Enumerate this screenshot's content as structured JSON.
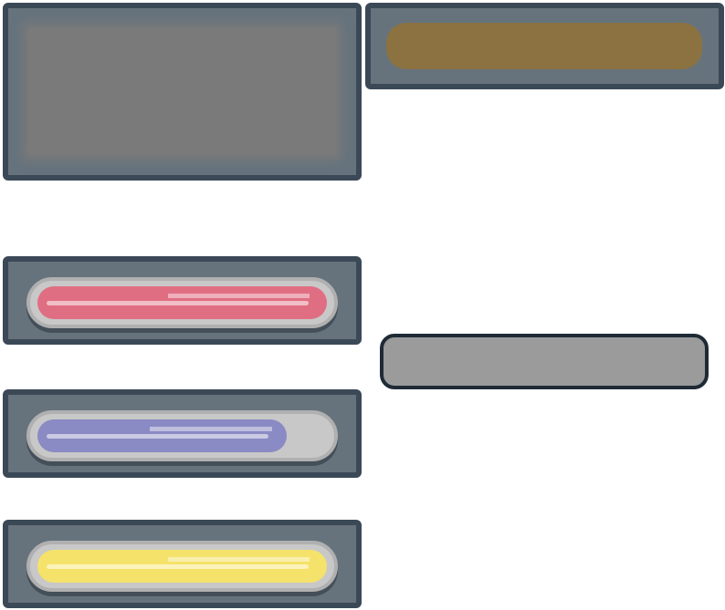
{
  "panels": {
    "large_panel": {
      "fill_color": "#7a7a7a"
    },
    "wide_panel": {
      "fill_color": "#8c7241"
    }
  },
  "progress_bars": [
    {
      "name": "red",
      "color": "#e06e82",
      "progress": 1.0
    },
    {
      "name": "blue",
      "color": "#8a8ac4",
      "progress": 0.86
    },
    {
      "name": "yellow",
      "color": "#f5e26a",
      "progress": 1.0
    }
  ],
  "plain_bar": {
    "color": "#9b9b9b"
  }
}
